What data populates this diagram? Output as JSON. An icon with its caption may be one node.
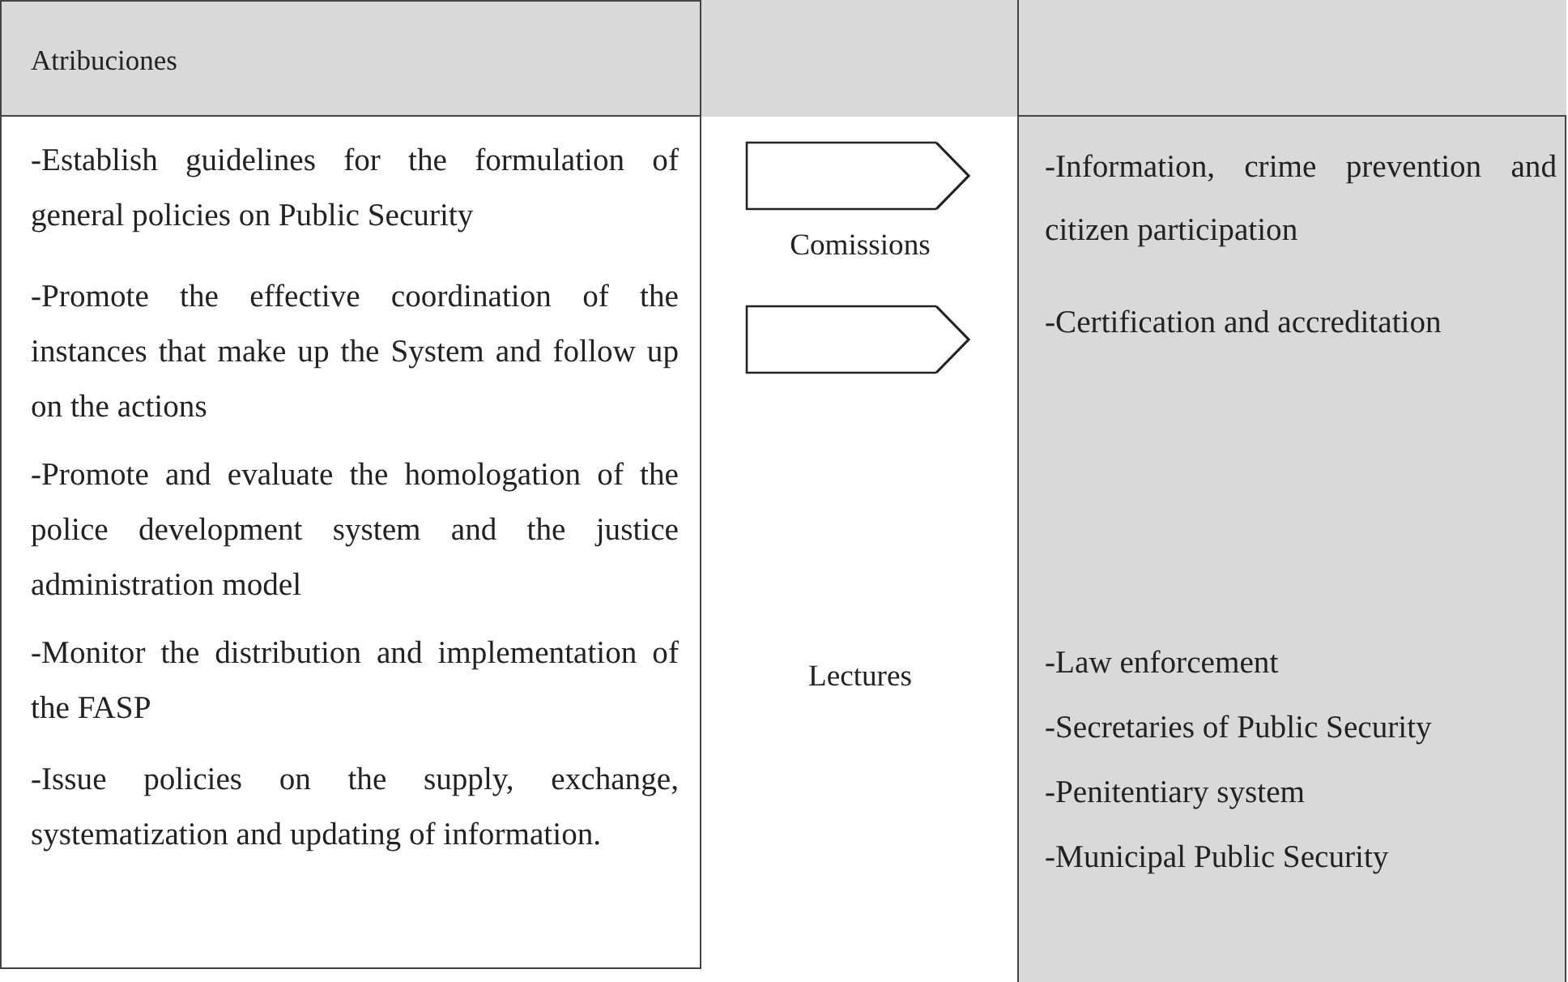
{
  "diagram": {
    "nodes": [
      {
        "text": [
          "Atribuciones"
        ]
      },
      {
        "text": [],
        "shape": "box"
      },
      {
        "text": [],
        "shape": "box"
      },
      {
        "text": [
          "-Establish guidelines for the formulation of general policies on Public Security",
          "-Promote the effective coordination of the instances that make up the System and follow up on the actions",
          "-Promote and evaluate the homologation of the police development system and the justice administration model",
          "-Monitor the distribution and implementation of the FASP",
          "-Issue policies on the supply, exchange, systematization and updating of information."
        ]
      },
      {
        "text": [
          "-Information, crime prevention and citizen participation",
          "-Certification and accreditation"
        ]
      },
      {
        "text": [
          "-Law enforcement",
          "-Secretaries of Public Security",
          "-Penitentiary system",
          "-Municipal Public Security"
        ]
      }
    ],
    "edges": [
      {
        "from": null,
        "to": 4,
        "arrow": "to"
      },
      {
        "from": null,
        "to": 4,
        "arrow": "to"
      }
    ],
    "labels": [
      "Comissions",
      "Lectures"
    ]
  }
}
